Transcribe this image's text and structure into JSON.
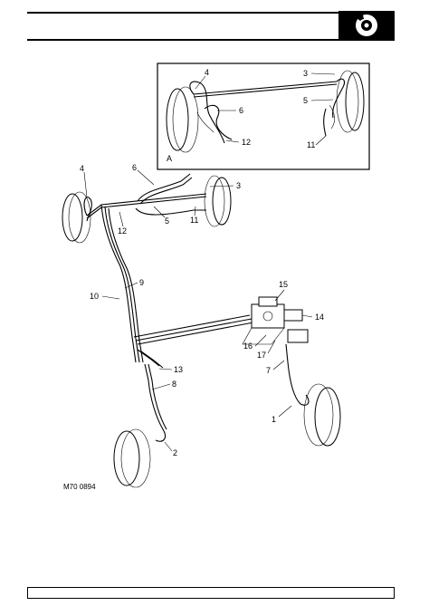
{
  "header": {
    "icon": "brake-disc-icon"
  },
  "inset": {
    "label": "A",
    "callouts": [
      "4",
      "3",
      "5",
      "6",
      "12",
      "11"
    ]
  },
  "main_callouts": [
    "4",
    "6",
    "3",
    "5",
    "12",
    "11",
    "9",
    "10",
    "15",
    "14",
    "16",
    "17",
    "13",
    "8",
    "7",
    "1",
    "2"
  ],
  "figure_code": "M70 0894"
}
